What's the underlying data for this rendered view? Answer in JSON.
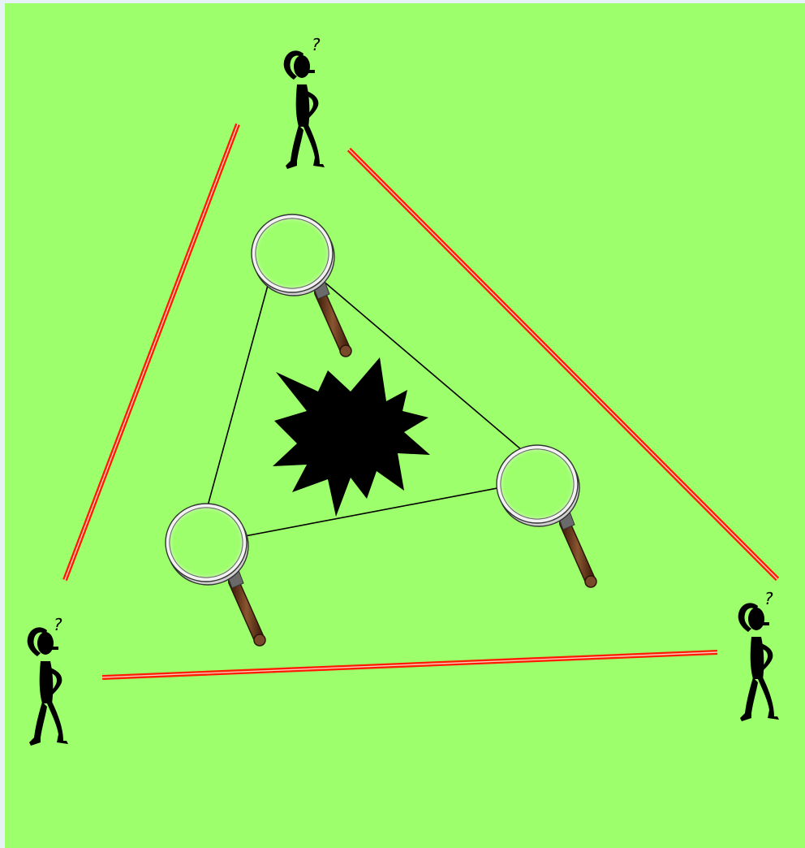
{
  "colors": {
    "background": "#9dff6b",
    "frame": "#e6f2f5",
    "red_line": "#ff1a00",
    "red_line_inner": "#ffd0c0",
    "figure": "#000000",
    "lens_rim": "#888888",
    "handle": "#6b3b1c",
    "burst": "#000000"
  },
  "figures": [
    {
      "name": "confused-figure-top",
      "label": "?"
    },
    {
      "name": "confused-figure-left",
      "label": "?"
    },
    {
      "name": "confused-figure-right",
      "label": "?"
    }
  ],
  "magnifiers": [
    {
      "name": "magnifier-top"
    },
    {
      "name": "magnifier-bottom-left"
    },
    {
      "name": "magnifier-right"
    }
  ],
  "center": {
    "icon": "explosion-burst-icon"
  }
}
